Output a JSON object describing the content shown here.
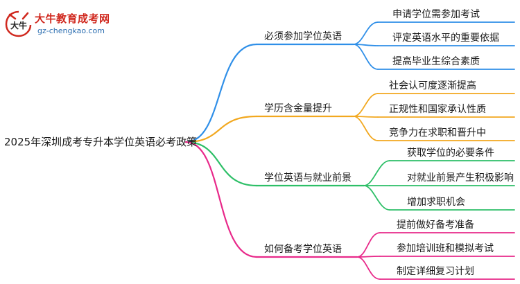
{
  "logo": {
    "name": "大牛教育成考网",
    "url": "gz-chengkao.com",
    "mark_text": "大牛"
  },
  "root": {
    "label": "2025年深圳成考专升本学位英语必考政策"
  },
  "branches": [
    {
      "label": "必须参加学位英语",
      "color": "#2f8fe8",
      "leaves": [
        "申请学位需参加考试",
        "评定英语水平的重要依据",
        "提高毕业生综合素质"
      ]
    },
    {
      "label": "学历含金量提升",
      "color": "#f2a81f",
      "leaves": [
        "社会认可度逐渐提高",
        "正规性和国家承认性质",
        "竞争力在求职和晋升中"
      ]
    },
    {
      "label": "学位英语与就业前景",
      "color": "#2dbf67",
      "leaves": [
        "获取学位的必要条件",
        "对就业前景产生积极影响",
        "增加求职机会"
      ]
    },
    {
      "label": "如何备考学位英语",
      "color": "#e8298a",
      "leaves": [
        "提前做好备考准备",
        "参加培训班和模拟考试",
        "制定详细复习计划"
      ]
    }
  ]
}
